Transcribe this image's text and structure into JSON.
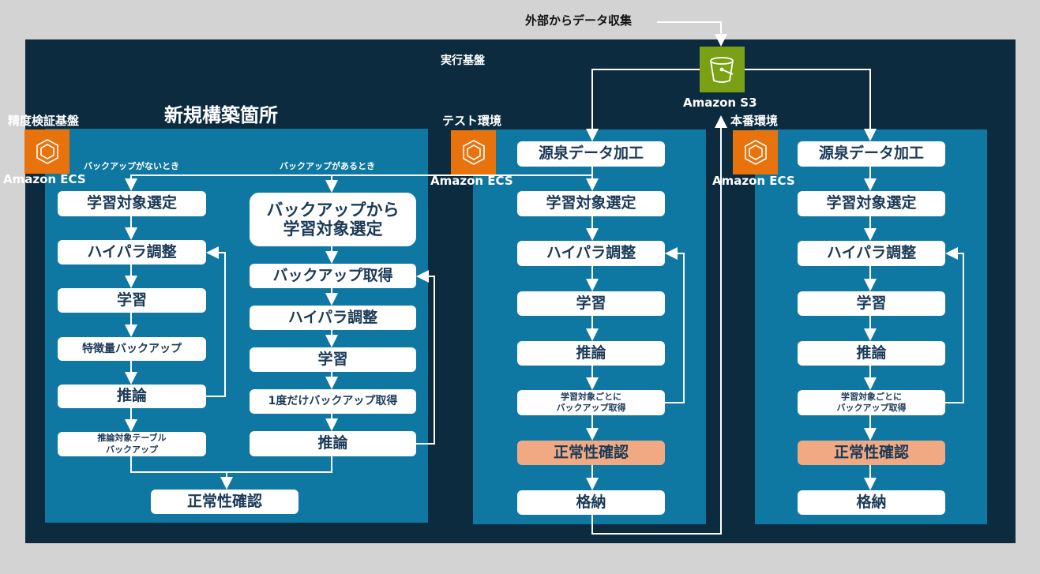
{
  "external_label": "外部からデータ収集",
  "platform_label": "実行基盤",
  "s3_label": "Amazon S3",
  "ecs_label": "Amazon ECS",
  "colors": {
    "background": "#d3d3d3",
    "platform": "#0c2b3f",
    "panel": "#0e77a2",
    "ecs": "#e8730c",
    "s3": "#7aa116",
    "check": "#f0a983"
  },
  "accuracy": {
    "env_label": "精度検証基盤",
    "new_label": "新規構築箇所",
    "no_backup_label": "バックアップがないとき",
    "has_backup_label": "バックアップがあるとき",
    "col_a": [
      "学習対象選定",
      "ハイパラ調整",
      "学習",
      "特徴量バックアップ",
      "推論",
      "推論対象テーブル\nバックアップ"
    ],
    "col_b": [
      "バックアップから\n学習対象選定",
      "バックアップ取得",
      "ハイパラ調整",
      "学習",
      "1度だけバックアップ取得",
      "推論"
    ],
    "check": "正常性確認"
  },
  "test": {
    "env_label": "テスト環境",
    "steps": [
      "源泉データ加工",
      "学習対象選定",
      "ハイパラ調整",
      "学習",
      "推論",
      "学習対象ごとに\nバックアップ取得",
      "正常性確認",
      "格納"
    ]
  },
  "prod": {
    "env_label": "本番環境",
    "steps": [
      "源泉データ加工",
      "学習対象選定",
      "ハイパラ調整",
      "学習",
      "推論",
      "学習対象ごとに\nバックアップ取得",
      "正常性確認",
      "格納"
    ]
  }
}
